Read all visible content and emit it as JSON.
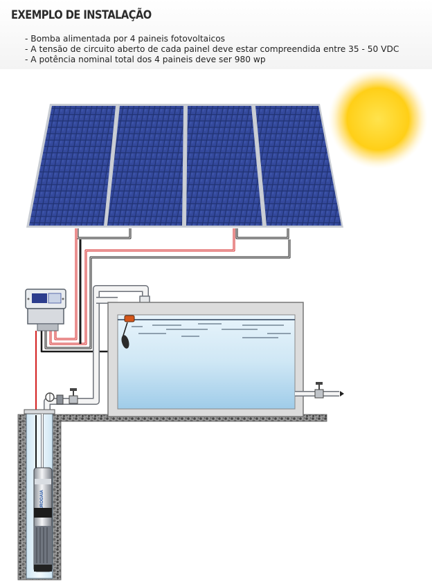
{
  "title": "EXEMPLO DE INSTALAÇÃO",
  "notes": [
    "- Bomba alimentada por 4 paineis fotovoltaicos",
    "- A tensão de circuito aberto de cada painel deve estar compreendida entre 35 - 50 VDC",
    "- A potência nominal total dos 4 paineis deve ser 980 wp"
  ],
  "panel_count": 4,
  "pump_brand": "FUTUROGAIA",
  "colors": {
    "panel": "#2a3c86",
    "panel_frame": "#c8ccd3",
    "wire_red": "#d42020",
    "wire_black": "#1a1a1a",
    "water": "#b9dcef",
    "sun": "#ffd21a",
    "ground": "#8c8c8c",
    "pipe": "#f4f4f4"
  }
}
